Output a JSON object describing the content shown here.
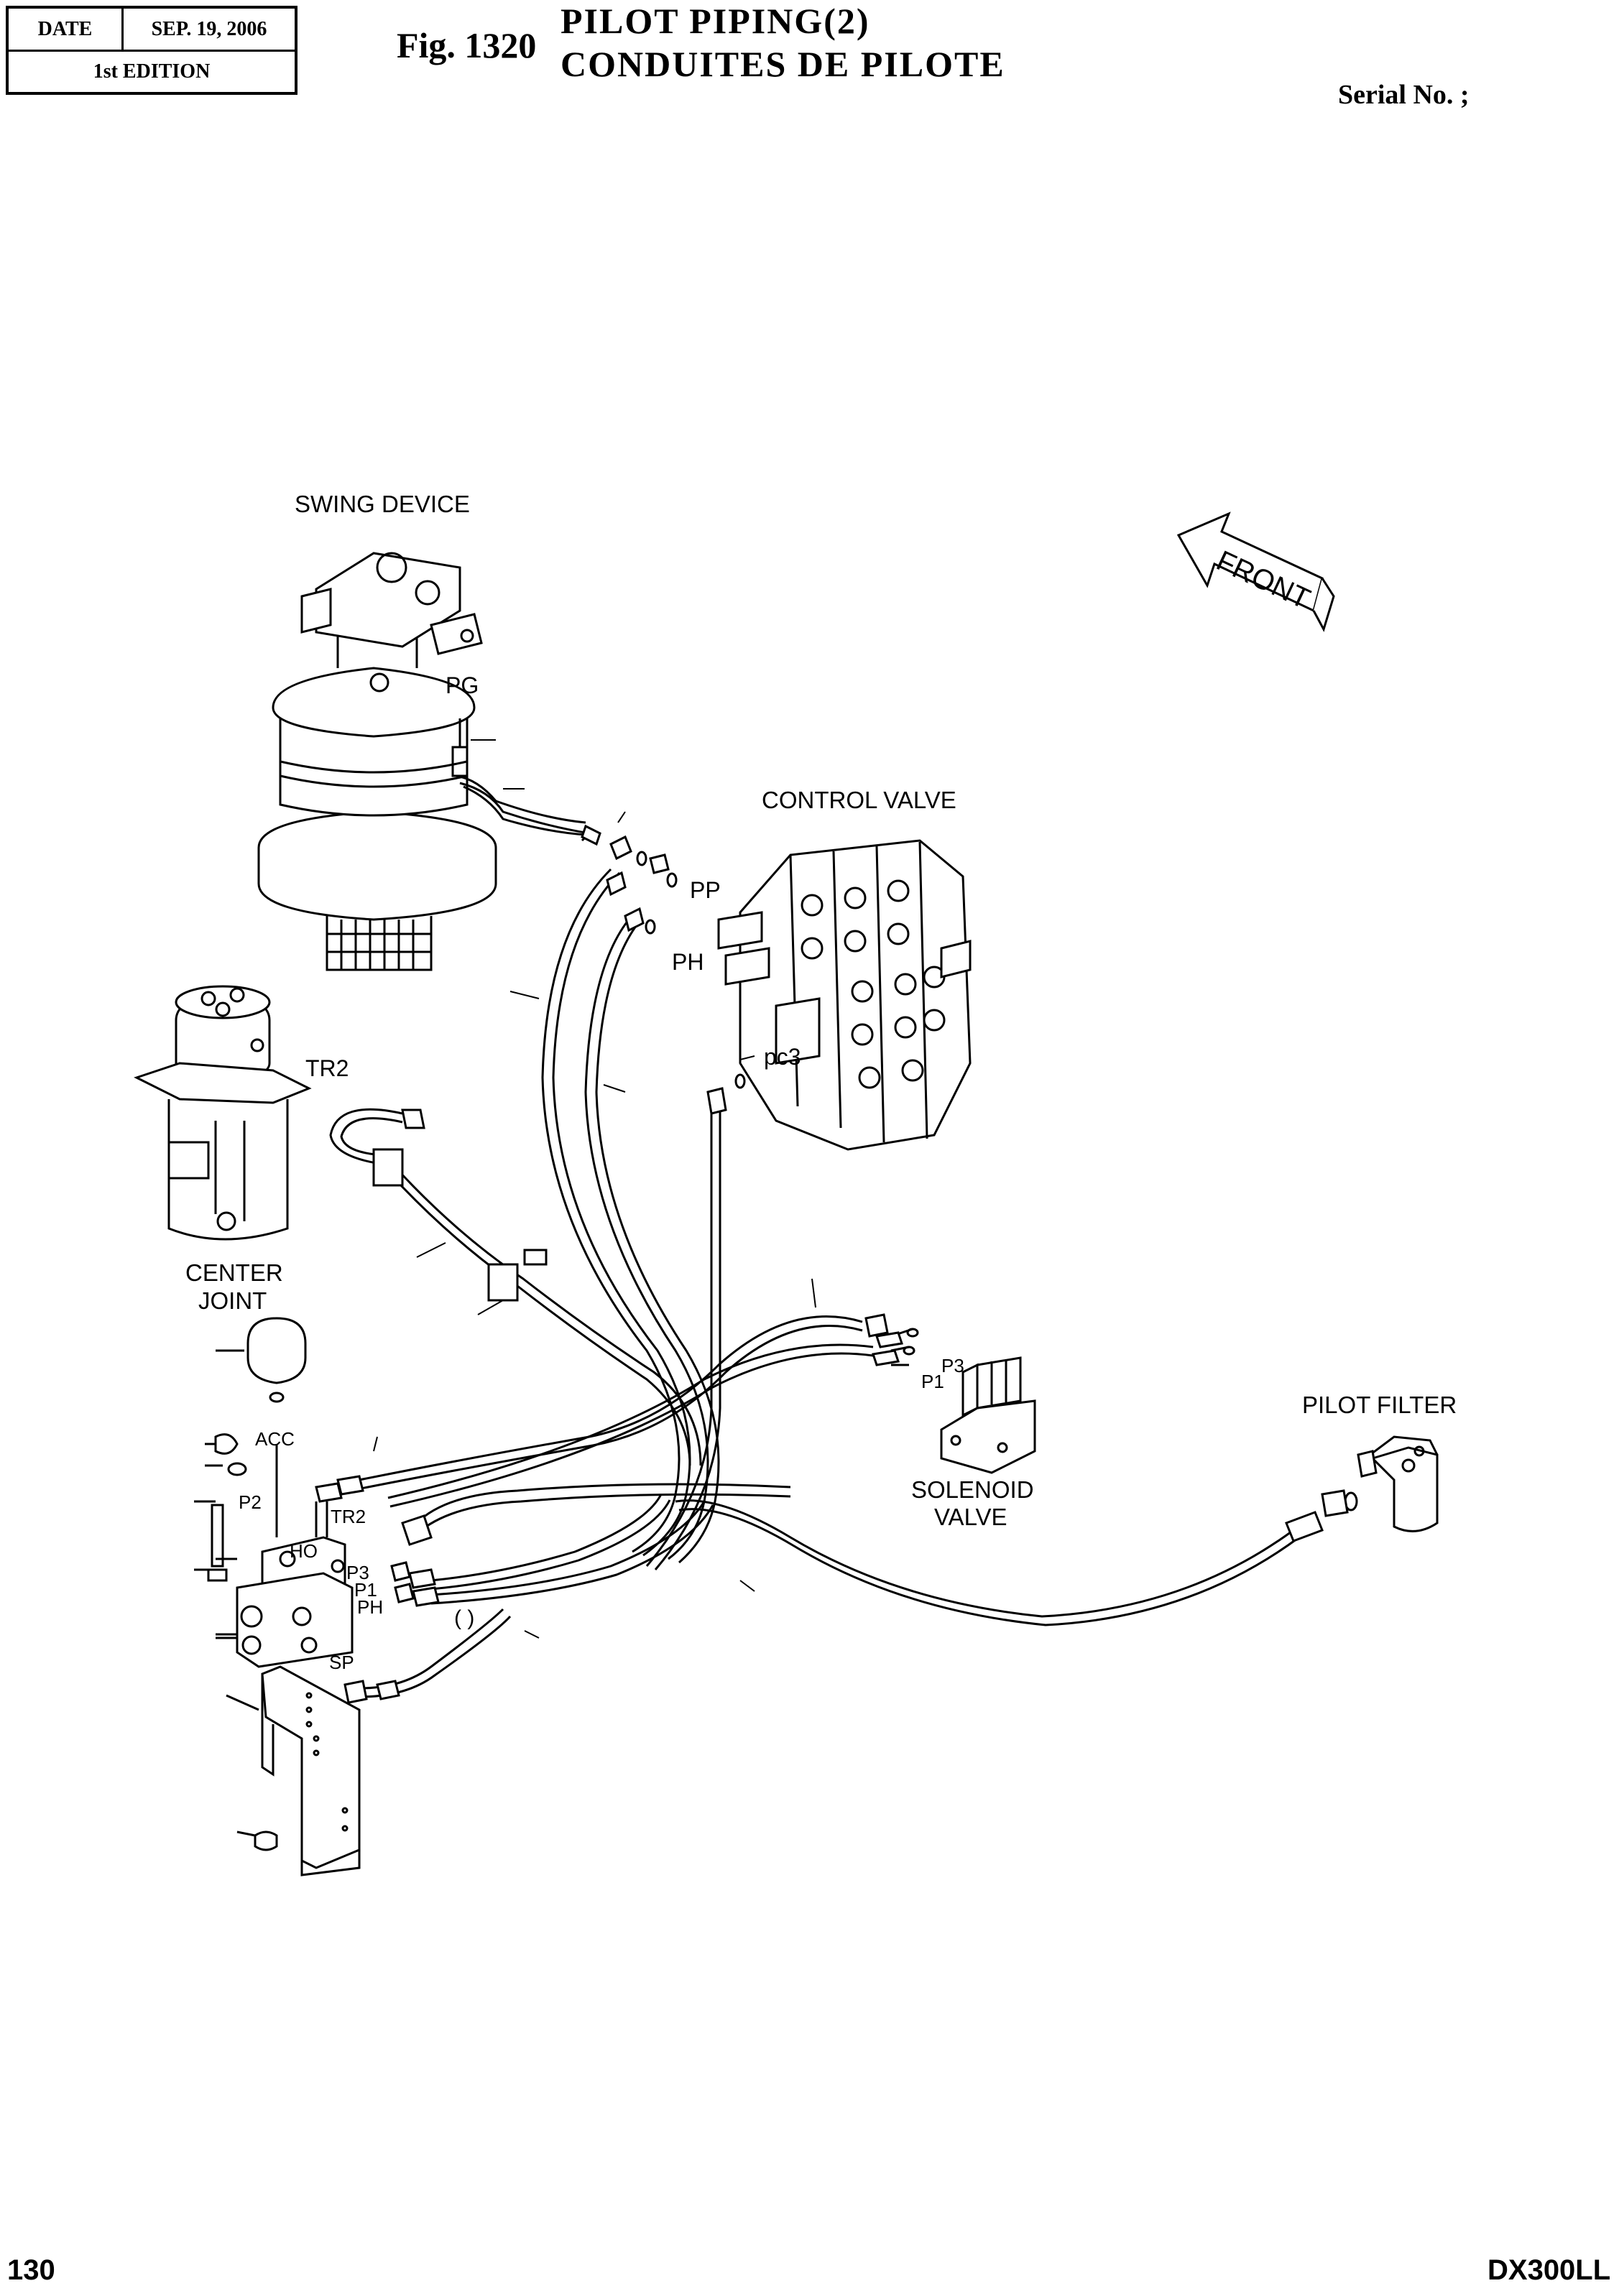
{
  "header": {
    "date_label": "DATE",
    "date_value": "SEP. 19, 2006",
    "edition": "1st EDITION",
    "fig_number": "Fig. 1320",
    "title_en": "PILOT PIPING(2)",
    "title_fr": "CONDUITES DE PILOTE",
    "serial": "Serial No. ;"
  },
  "footer": {
    "page_number": "130",
    "model": "DX300LL"
  },
  "labels": {
    "swing_device": "SWING DEVICE",
    "front": "FRONT",
    "pg": "PG",
    "control_valve": "CONTROL VALVE",
    "pp": "PP",
    "ph_top": "PH",
    "pc3": "pc3",
    "tr2_top": "TR2",
    "center_joint_1": "CENTER",
    "center_joint_2": "JOINT",
    "p3_sol": "P3",
    "p1_sol": "P1",
    "solenoid_1": "SOLENOID",
    "solenoid_2": "VALVE",
    "pilot_filter": "PILOT FILTER",
    "acc": "ACC",
    "p2": "P2",
    "tr2_block": "TR2",
    "ho": "HO",
    "p3_block": "P3",
    "p1_block": "P1",
    "ph_block": "PH",
    "paren": "(     )",
    "sp": "SP"
  },
  "colors": {
    "ink": "#000000",
    "paper": "#ffffff"
  }
}
